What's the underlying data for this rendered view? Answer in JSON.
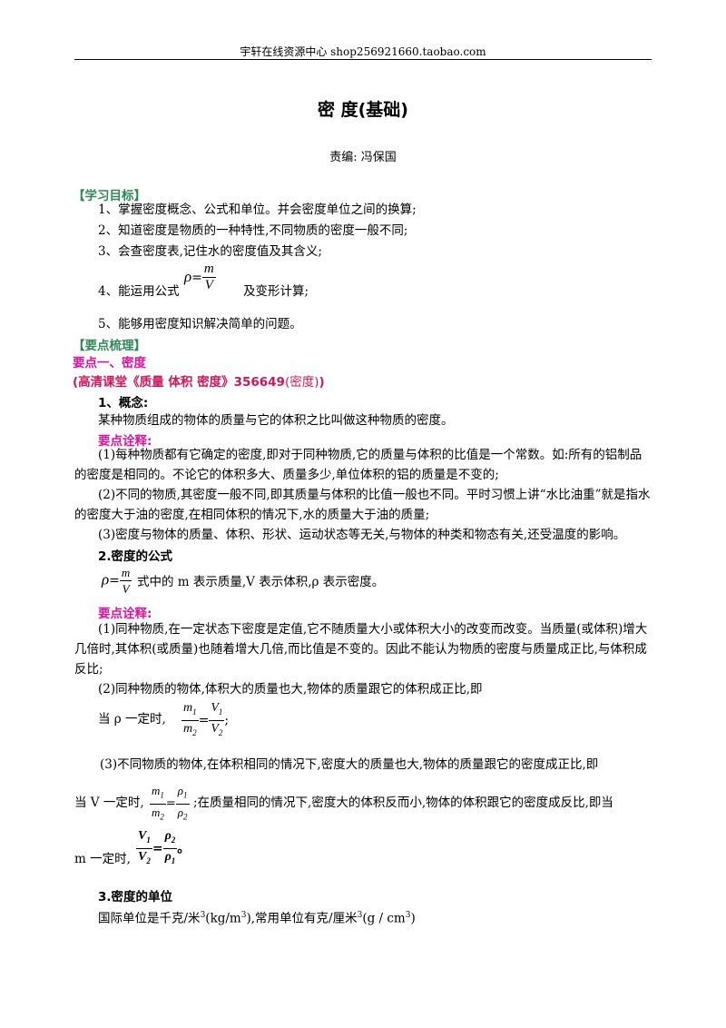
{
  "header": {
    "text": "宇轩在线资源中心   shop256921660.taobao.com"
  },
  "title": "密   度(基础)",
  "byline": "责编:   冯保国",
  "objectives": {
    "heading": "【学习目标】",
    "item1": "1、掌握密度概念、公式和单位。并会密度单位之间的换算;",
    "item2": "2、知道密度是物质的一种特性,不同物质的密度一般不同;",
    "item3": "3、会查密度表,记住水的密度值及其含义;",
    "item4_pre": "4、能运用公式",
    "item4_post": "及变形计算;",
    "item5": "5、能够用密度知识解决简单的问题。"
  },
  "formula": {
    "rho": "ρ",
    "eq": "=",
    "m": "m",
    "V": "V"
  },
  "points": {
    "heading": "【要点梳理】",
    "point1": "要点一、密度",
    "course_bold": "(高清课堂《质量 体积 密度》356649",
    "course_normal": "(密度)",
    "course_end": ")",
    "concept_heading": "1、概念:",
    "concept_text": "某种物质组成的物体的质量与它的体积之比叫做这种物质的密度。",
    "note1_heading": "要点诠释:",
    "note1_p1": "(1)每种物质都有它确定的密度,即对于同种物质,它的质量与体积的比值是一个常数。如:所有的铝制品的密度是相同的。不论它的体积多大、质量多少,单位体积的铝的质量是不变的;",
    "note1_p2": "(2)不同的物质,其密度一般不同,即其质量与体积的比值一般也不同。平时习惯上讲“水比油重”就是指水的密度大于油的密度,在相同体积的情况下,水的质量大于油的质量;",
    "note1_p3": "(3)密度与物体的质量、体积、形状、运动状态等无关,与物体的种类和物态有关,还受温度的影响。",
    "formula_heading": "2.密度的公式",
    "formula_text": "式中的 m 表示质量,V 表示体积,ρ 表示密度。",
    "note2_heading": "要点诠释:",
    "note2_p1": "(1)同种物质,在一定状态下密度是定值,它不随质量大小或体积大小的改变而改变。当质量(或体积)增大几倍时,其体积(或质量)也随着增大几倍,而比值是不变的。因此不能认为物质的密度与质量成正比,与体积成反比;",
    "note2_p2": "(2)同种物质的物体,体积大的质量也大,物体的质量跟它的体积成正比,即",
    "note2_p2b": "当 ρ 一定时,",
    "note2_p2b_end": ";",
    "note2_p3": "(3)不同物质的物体,在体积相同的情况下,密度大的质量也大,物体的质量跟它的密度成正比,即",
    "note2_p3b_pre": "当 V 一定时,",
    "note2_p3b_post": ";在质量相同的情况下,密度大的体积反而小,物体的体积跟它的密度成反比,即当",
    "note2_p3c_pre": "m 一定时,",
    "note2_p3c_post": "。",
    "unit_heading": "3.密度的单位",
    "unit_text_1": "国际单位是千克/米",
    "unit_text_2": "(kg/m",
    "unit_text_3": "),常用单位有克/厘米",
    "unit_text_4": "(g / cm",
    "unit_text_5": ")",
    "sup3": "3"
  },
  "colors": {
    "green": "#2e8b57",
    "red": "#d4145a",
    "magenta": "#e0119e"
  }
}
